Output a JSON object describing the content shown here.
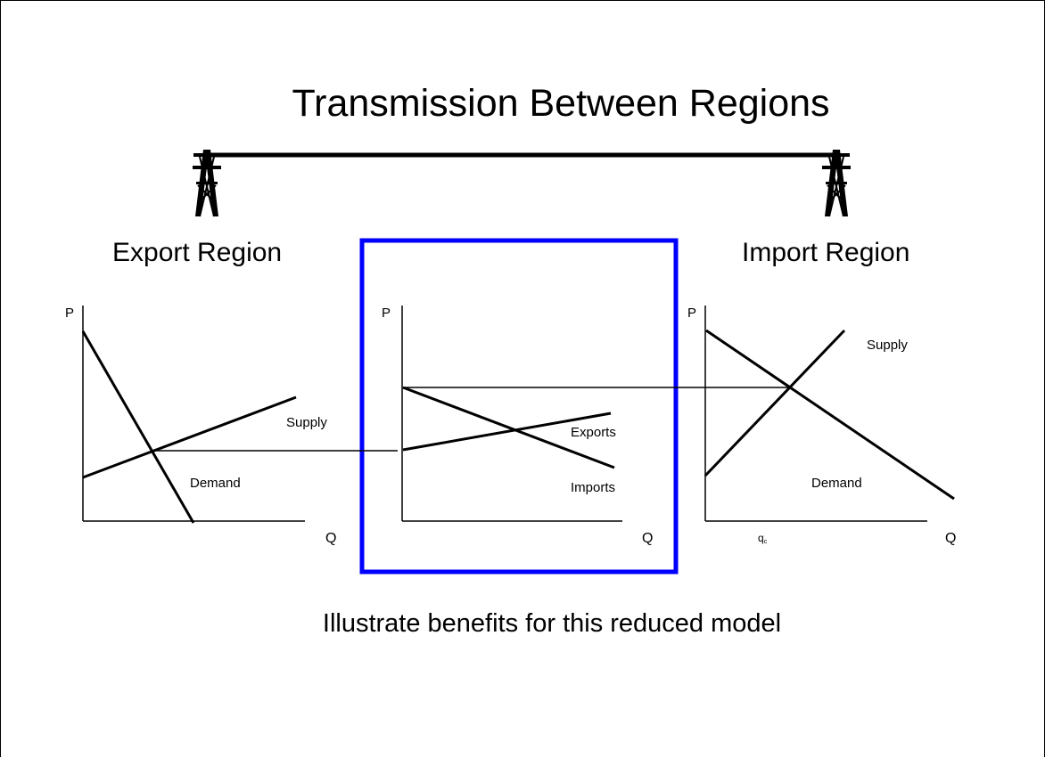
{
  "slide": {
    "title": "Transmission Between Regions",
    "caption": "Illustrate benefits for this reduced model",
    "accent_color": "#0000ff"
  },
  "regions": {
    "export_label": "Export Region",
    "import_label": "Import Region"
  },
  "transmission": {
    "left_tower_icon": "transmission-tower-icon",
    "right_tower_icon": "transmission-tower-icon"
  },
  "graphs": {
    "export": {
      "y_axis": "P",
      "x_axis": "Q",
      "supply_label": "Supply",
      "demand_label": "Demand"
    },
    "net": {
      "y_axis": "P",
      "x_axis": "Q",
      "exports_label": "Exports",
      "imports_label": "Imports"
    },
    "import": {
      "y_axis": "P",
      "x_axis": "Q",
      "x_marker": "q",
      "x_marker_sub": "c",
      "supply_label": "Supply",
      "demand_label": "Demand"
    }
  }
}
